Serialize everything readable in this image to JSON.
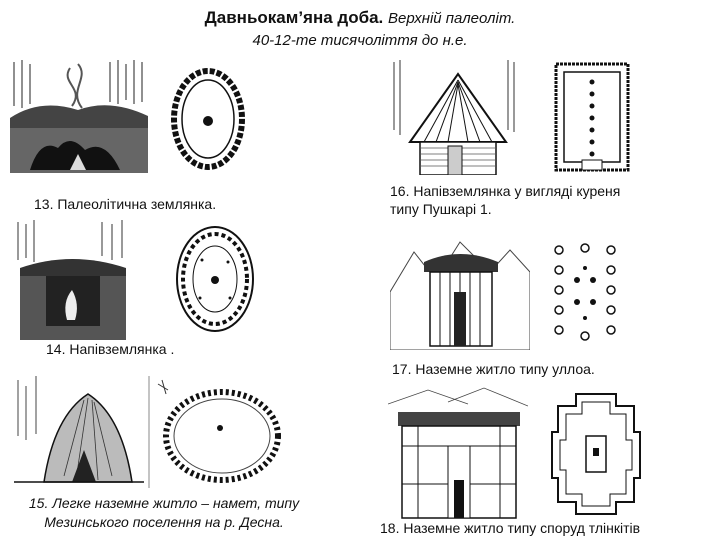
{
  "title": {
    "main": "Давньокам’яна доба.",
    "sub": "Верхній палеоліт."
  },
  "subtitle": "40-12-те тисячоліття до н.е.",
  "figures": {
    "f13": {
      "caption": "13. Палеолітична землянка."
    },
    "f14": {
      "caption": "14. Напівземлянка ."
    },
    "f15": {
      "caption_line1": "15. Легке наземне житло – намет, типу",
      "caption_line2": "Мезинського поселення на р. Десна."
    },
    "f16": {
      "caption_line1": "16. Напівземлянка у вигляді куреня",
      "caption_line2": "типу Пушкарі 1."
    },
    "f17": {
      "caption": "17.  Наземне житло типу уллоа."
    },
    "f18": {
      "caption": "18. Наземне житло типу споруд тлінкітів"
    }
  }
}
